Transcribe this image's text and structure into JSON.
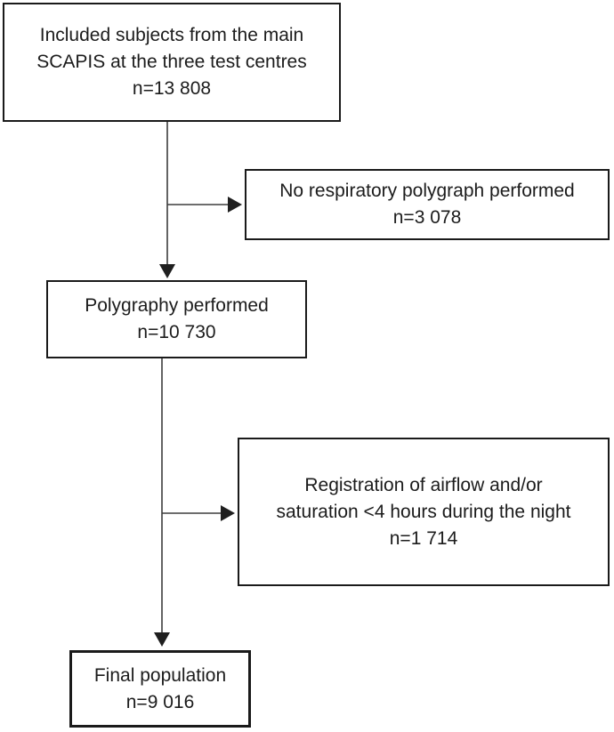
{
  "figure": {
    "type": "flowchart",
    "background": "#ffffff",
    "box_border_color": "#1a1a1a",
    "connector_color": "#3d3d3d",
    "arrowhead_color": "#1f1f1f",
    "text_color": "#1c1c1c"
  },
  "flowchart": {
    "nodes": [
      {
        "id": "included-subjects",
        "lines": [
          "Included subjects from the main",
          "SCAPIS at the three test centres",
          "n=13 808"
        ],
        "n": 13808
      },
      {
        "id": "no-polygraph",
        "lines": [
          "No respiratory polygraph performed",
          "n=3 078"
        ],
        "n": 3078
      },
      {
        "id": "polygraphy-performed",
        "lines": [
          "Polygraphy performed",
          "n=10 730"
        ],
        "n": 10730
      },
      {
        "id": "short-registration",
        "lines": [
          "Registration of airflow and/or",
          "saturation <4 hours during the night",
          "n=1 714"
        ],
        "n": 1714
      },
      {
        "id": "final-population",
        "lines": [
          "Final population",
          "n=9 016"
        ],
        "n": 9016
      }
    ],
    "edges": [
      {
        "from": "included-subjects",
        "to": "polygraphy-performed",
        "direction": "down"
      },
      {
        "from": "included-subjects",
        "to": "no-polygraph",
        "direction": "right"
      },
      {
        "from": "polygraphy-performed",
        "to": "final-population",
        "direction": "down"
      },
      {
        "from": "polygraphy-performed",
        "to": "short-registration",
        "direction": "right"
      }
    ]
  }
}
